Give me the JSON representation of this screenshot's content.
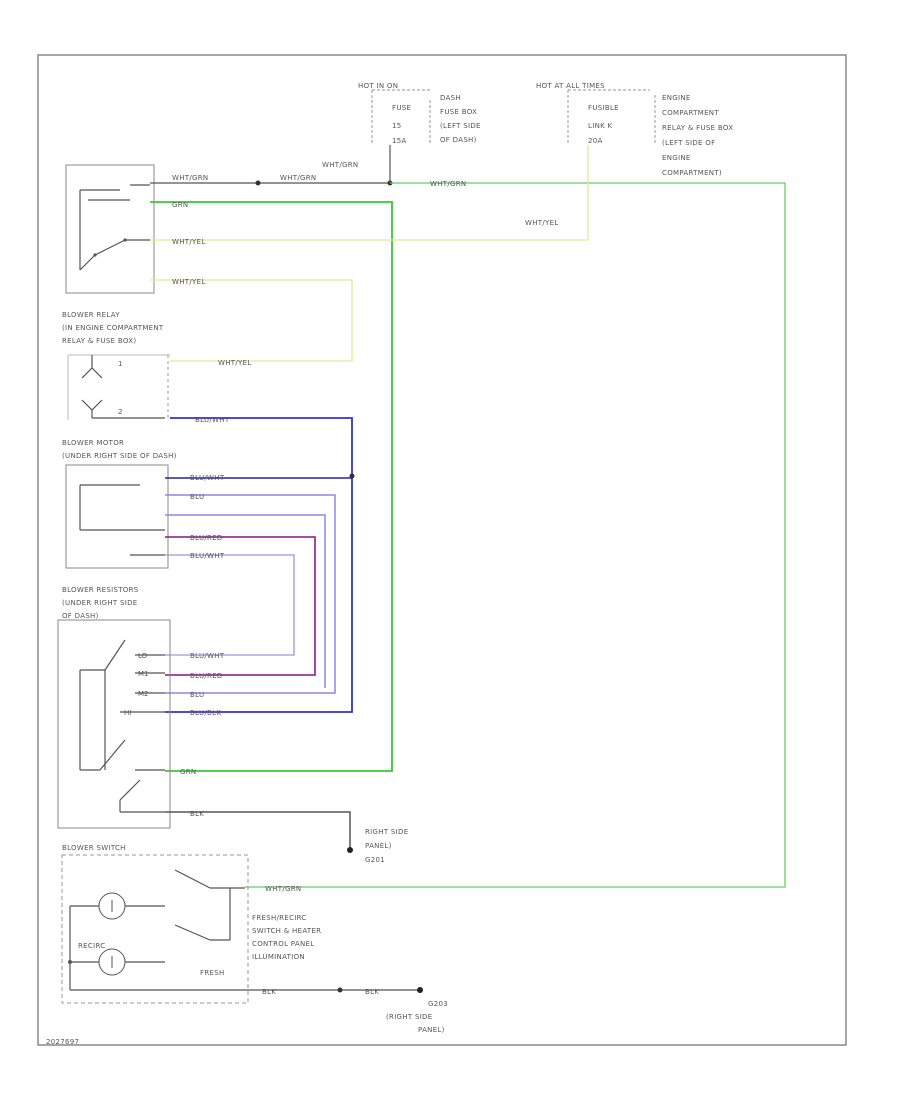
{
  "fuses": {
    "hot_run": {
      "header": "HOT IN ON",
      "fuse_label": "FUSE",
      "fuse_no": "15",
      "amp": "15A",
      "location": [
        "DASH",
        "FUSE BOX",
        "(LEFT SIDE",
        "OF DASH)"
      ]
    },
    "hot_all": {
      "header": "HOT AT ALL TIMES",
      "fuse_label": "FUSIBLE",
      "fuse_sub": "LINK K",
      "amp": "20A",
      "location": [
        "ENGINE",
        "COMPARTMENT",
        "RELAY & FUSE BOX",
        "(LEFT SIDE OF",
        "ENGINE",
        "COMPARTMENT)"
      ]
    }
  },
  "wires": {
    "wht_grn": "WHT/GRN",
    "grn": "GRN",
    "wht_yel": "WHT/YEL",
    "blu_wht": "BLU/WHT",
    "blu": "BLU",
    "blu_red": "BLU/RED",
    "blu_blk": "BLU/BLK",
    "blk": "BLK"
  },
  "components": {
    "blower_relay": [
      "BLOWER RELAY",
      "(IN ENGINE COMPARTMENT",
      "RELAY & FUSE BOX)"
    ],
    "blower_motor": [
      "BLOWER MOTOR",
      "(UNDER RIGHT SIDE OF DASH)"
    ],
    "blower_resistors": [
      "BLOWER RESISTORS",
      "(UNDER RIGHT SIDE",
      "OF DASH)"
    ],
    "blower_switch": "BLOWER SWITCH",
    "fresh_switch": [
      "FRESH/RECIRC",
      "SWITCH & HEATER",
      "CONTROL PANEL",
      "ILLUMINATION"
    ],
    "recirc": "RECIRC",
    "fresh": "FRESH",
    "ground_1": [
      "RIGHT SIDE",
      "PANEL)",
      "G201"
    ],
    "ground_2": [
      "G203",
      "(RIGHT SIDE",
      "PANEL)"
    ]
  },
  "resistor_pins": [
    "LO",
    "M1",
    "M2",
    "HI"
  ],
  "motor_pins": {
    "top": "1",
    "bottom": "2"
  },
  "footer_code": "2027697"
}
